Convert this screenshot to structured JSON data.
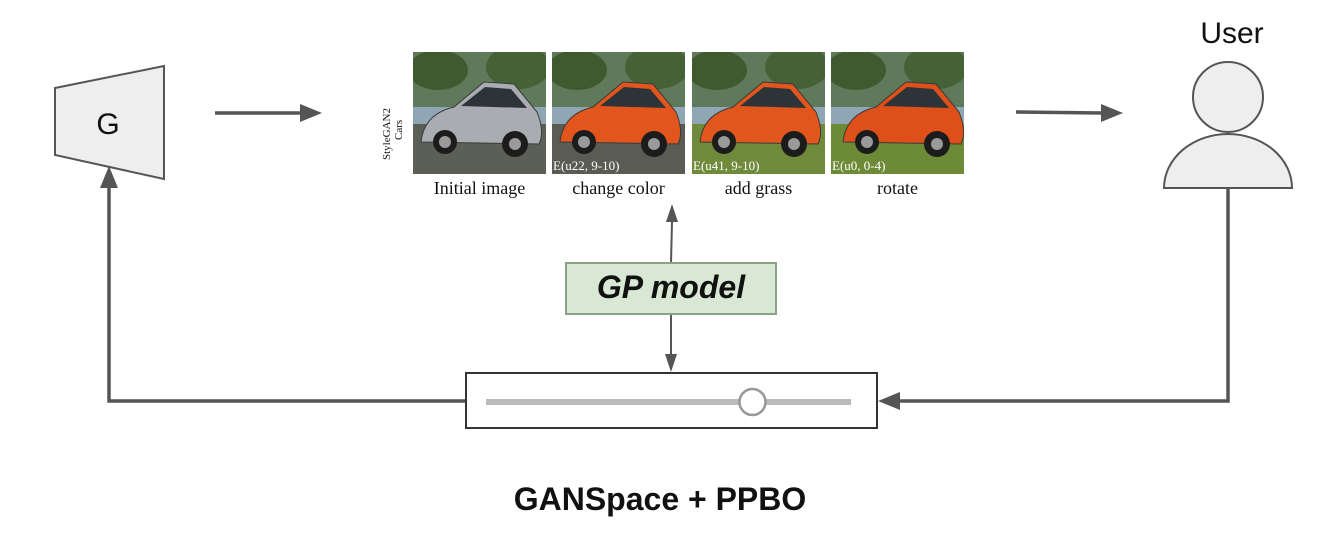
{
  "generator": {
    "label": "G"
  },
  "dataset_label": {
    "line1": "StyleGAN2",
    "line2": "Cars"
  },
  "images": [
    {
      "caption": "Initial image",
      "overlay": "",
      "car_color": "#a9acb0",
      "grass": "#5c5f55"
    },
    {
      "caption": "change color",
      "overlay": "E(u22, 9-10)",
      "car_color": "#e2551c",
      "grass": "#5a5c54"
    },
    {
      "caption": "add grass",
      "overlay": "E(u41, 9-10)",
      "car_color": "#e0561d",
      "grass": "#6f8a3a"
    },
    {
      "caption": "rotate",
      "overlay": "E(u0, 0-4)",
      "car_color": "#df4f1a",
      "grass": "#6d8a36"
    }
  ],
  "user": {
    "label": "User"
  },
  "gp_model": {
    "label": "GP model"
  },
  "slider": {
    "value_fraction": 0.73
  },
  "title": "GANSpace + PPBO",
  "colors": {
    "arrow": "#555555",
    "gp_box_fill": "#d9e8d4",
    "gp_box_border": "#8aa384",
    "shape_fill": "#eeeeee",
    "slider_track": "#bbbbbb"
  }
}
